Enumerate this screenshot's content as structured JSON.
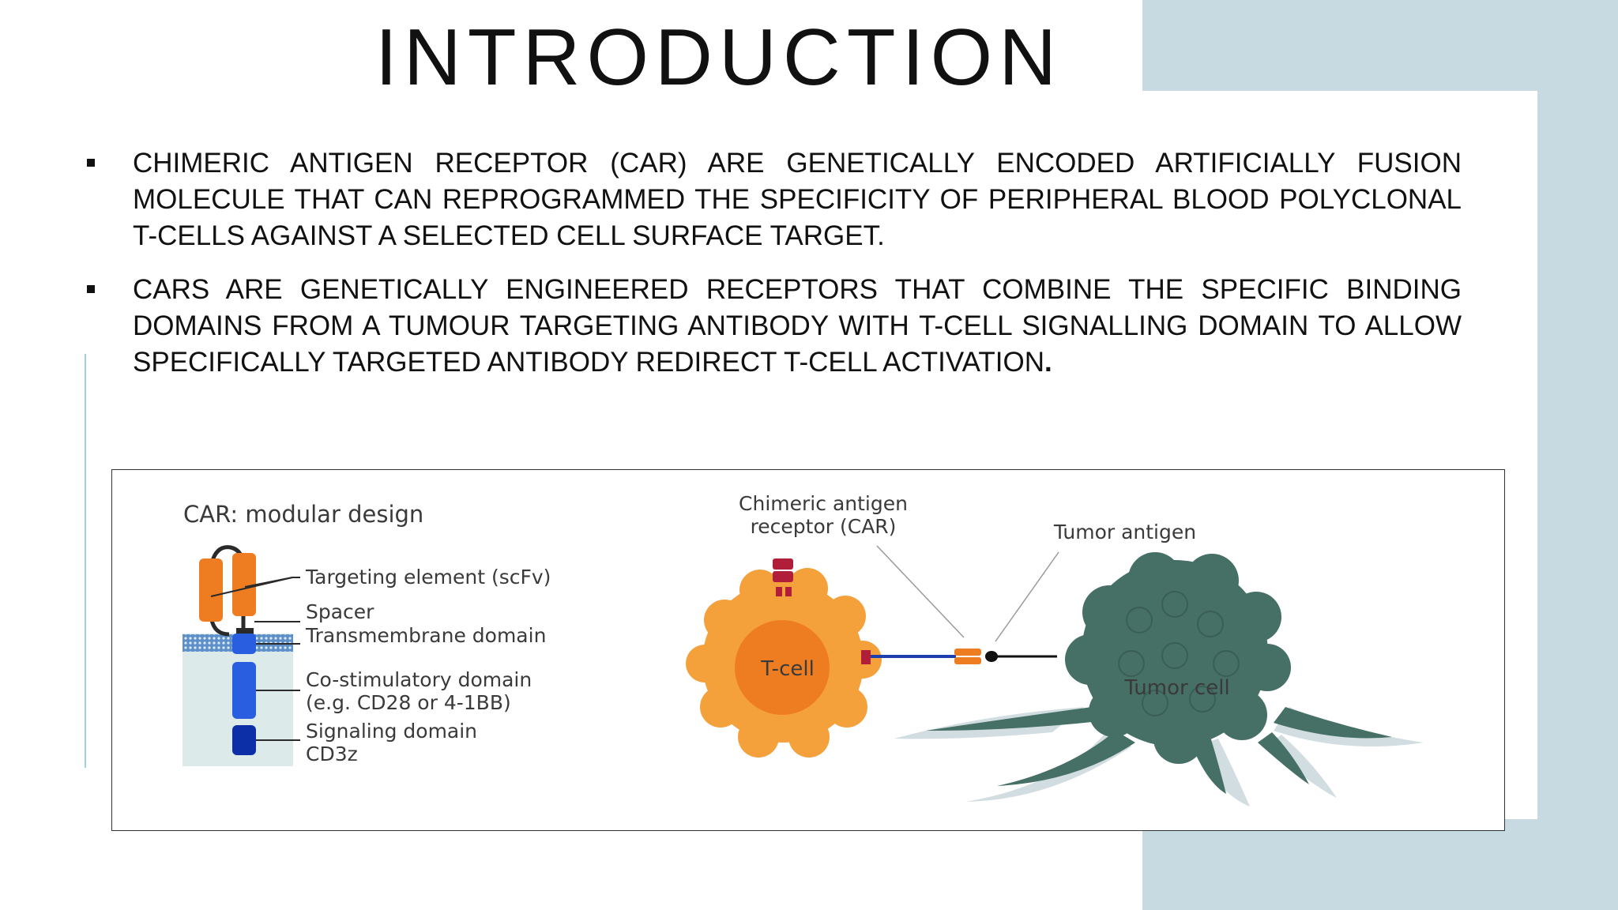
{
  "colors": {
    "panel": "#c7dae2",
    "accent_line": "#9fd3dc",
    "car_orange": "#ee7d21",
    "domain_blue": "#2a5ee0",
    "tcell_orange": "#f5a13b",
    "tumor_green": "#466f66"
  },
  "slide": {
    "title": "INTRODUCTION",
    "bullets": [
      {
        "text": "CHIMERIC ANTIGEN RECEPTOR (CAR) ARE GENETICALLY ENCODED ARTIFICIALLY FUSION MOLECULE THAT CAN REPROGRAMMED THE SPECIFICITY OF PERIPHERAL BLOOD POLYCLONAL T-CELLS AGAINST A SELECTED CELL SURFACE TARGET."
      },
      {
        "text": "CARS ARE GENETICALLY ENGINEERED RECEPTORS THAT COMBINE THE SPECIFIC BINDING DOMAINS FROM A TUMOUR TARGETING ANTIBODY WITH T-CELL SIGNALLING DOMAIN TO ALLOW SPECIFICALLY TARGETED ANTIBODY REDIRECT T-CELL ACTIVATION",
        "end_mark": "."
      }
    ]
  },
  "diagram": {
    "modular_title": "CAR: modular design",
    "labels": {
      "targeting": "Targeting element (scFv)",
      "spacer": "Spacer",
      "transmembrane": "Transmembrane domain",
      "costim_1": "Co-stimulatory domain",
      "costim_2": "(e.g. CD28 or 4-1BB)",
      "signaling_1": "Signaling domain",
      "signaling_2": "CD3z",
      "car_1": "Chimeric antigen",
      "car_2": "receptor (CAR)",
      "tumor_antigen": "Tumor antigen",
      "tcell": "T-cell",
      "tumor_cell": "Tumor cell"
    }
  }
}
